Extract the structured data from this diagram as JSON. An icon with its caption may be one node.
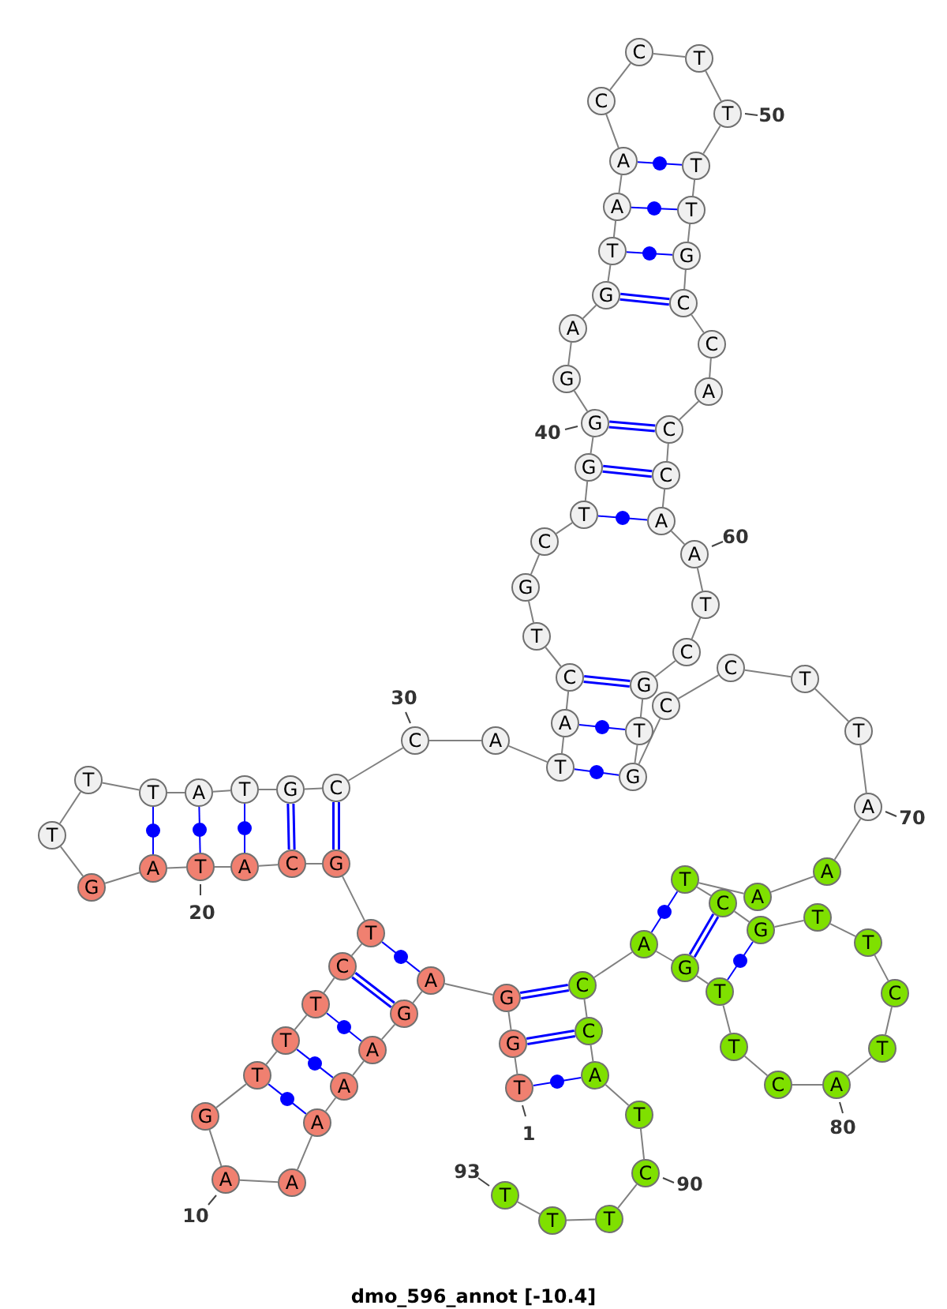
{
  "diagram": {
    "caption": "dmo_596_annot [-10.4]",
    "nodes": [
      {
        "text": [
          "T"
        ],
        "beside": [
          "1"
        ]
      },
      {
        "text": [
          "G"
        ]
      },
      {
        "text": [
          "G"
        ]
      },
      {
        "text": [
          "A"
        ]
      },
      {
        "text": [
          "G"
        ]
      },
      {
        "text": [
          "A"
        ]
      },
      {
        "text": [
          "A"
        ]
      },
      {
        "text": [
          "A"
        ]
      },
      {
        "text": [
          "A"
        ]
      },
      {
        "text": [
          "A"
        ],
        "beside": [
          "10"
        ]
      },
      {
        "text": [
          "G"
        ]
      },
      {
        "text": [
          "T"
        ]
      },
      {
        "text": [
          "T"
        ]
      },
      {
        "text": [
          "T"
        ]
      },
      {
        "text": [
          "C"
        ]
      },
      {
        "text": [
          "T"
        ]
      },
      {
        "text": [
          "G"
        ]
      },
      {
        "text": [
          "C"
        ]
      },
      {
        "text": [
          "A"
        ]
      },
      {
        "text": [
          "T"
        ],
        "beside": [
          "20"
        ]
      },
      {
        "text": [
          "A"
        ]
      },
      {
        "text": [
          "G"
        ]
      },
      {
        "text": [
          "T"
        ]
      },
      {
        "text": [
          "T"
        ]
      },
      {
        "text": [
          "T"
        ]
      },
      {
        "text": [
          "A"
        ]
      },
      {
        "text": [
          "T"
        ]
      },
      {
        "text": [
          "G"
        ]
      },
      {
        "text": [
          "C"
        ]
      },
      {
        "text": [
          "C"
        ],
        "beside": [
          "30"
        ]
      },
      {
        "text": [
          "A"
        ]
      },
      {
        "text": [
          "T"
        ]
      },
      {
        "text": [
          "A"
        ]
      },
      {
        "text": [
          "C"
        ]
      },
      {
        "text": [
          "T"
        ]
      },
      {
        "text": [
          "G"
        ]
      },
      {
        "text": [
          "C"
        ]
      },
      {
        "text": [
          "T"
        ]
      },
      {
        "text": [
          "G"
        ]
      },
      {
        "text": [
          "G"
        ],
        "beside": [
          "40"
        ]
      },
      {
        "text": [
          "G"
        ]
      },
      {
        "text": [
          "A"
        ]
      },
      {
        "text": [
          "G"
        ]
      },
      {
        "text": [
          "T"
        ]
      },
      {
        "text": [
          "A"
        ]
      },
      {
        "text": [
          "A"
        ]
      },
      {
        "text": [
          "C"
        ]
      },
      {
        "text": [
          "C"
        ]
      },
      {
        "text": [
          "T"
        ]
      },
      {
        "text": [
          "T"
        ],
        "beside": [
          "50"
        ]
      },
      {
        "text": [
          "T"
        ]
      },
      {
        "text": [
          "T"
        ]
      },
      {
        "text": [
          "G"
        ]
      },
      {
        "text": [
          "C"
        ]
      },
      {
        "text": [
          "C"
        ]
      },
      {
        "text": [
          "A"
        ]
      },
      {
        "text": [
          "C"
        ]
      },
      {
        "text": [
          "C"
        ]
      },
      {
        "text": [
          "A"
        ]
      },
      {
        "text": [
          "A"
        ],
        "beside": [
          "60"
        ]
      },
      {
        "text": [
          "T"
        ]
      },
      {
        "text": [
          "C"
        ]
      },
      {
        "text": [
          "G"
        ]
      },
      {
        "text": [
          "T"
        ]
      },
      {
        "text": [
          "G"
        ]
      },
      {
        "text": [
          "C"
        ]
      },
      {
        "text": [
          "C"
        ]
      },
      {
        "text": [
          "T"
        ]
      },
      {
        "text": [
          "T"
        ]
      },
      {
        "text": [
          "A"
        ],
        "beside": [
          "70"
        ]
      },
      {
        "text": [
          "A"
        ]
      },
      {
        "text": [
          "A"
        ]
      },
      {
        "text": [
          "T"
        ]
      },
      {
        "text": [
          "C"
        ]
      },
      {
        "text": [
          "G"
        ]
      },
      {
        "text": [
          "T"
        ]
      },
      {
        "text": [
          "T"
        ]
      },
      {
        "text": [
          "C"
        ]
      },
      {
        "text": [
          "T"
        ]
      },
      {
        "text": [
          "A"
        ],
        "beside": [
          "80"
        ]
      },
      {
        "text": [
          "C"
        ]
      },
      {
        "text": [
          "T"
        ]
      },
      {
        "text": [
          "T"
        ]
      },
      {
        "text": [
          "G"
        ]
      },
      {
        "text": [
          "A"
        ]
      },
      {
        "text": [
          "C"
        ]
      },
      {
        "text": [
          "C"
        ]
      },
      {
        "text": [
          "A"
        ]
      },
      {
        "text": [
          "T"
        ]
      },
      {
        "text": [
          "C"
        ],
        "beside": [
          "90"
        ]
      },
      {
        "text": [
          "T"
        ]
      },
      {
        "text": [
          "T"
        ]
      },
      {
        "text": [
          "T"
        ],
        "beside": [
          "93"
        ]
      }
    ],
    "edges": [
      {
        "from": 0,
        "to": 1,
        "arrow": "none"
      },
      {
        "from": 1,
        "to": 2,
        "arrow": "none"
      },
      {
        "from": 2,
        "to": 3,
        "arrow": "none"
      },
      {
        "from": 3,
        "to": 4,
        "arrow": "none"
      },
      {
        "from": 4,
        "to": 5,
        "arrow": "none"
      },
      {
        "from": 5,
        "to": 6,
        "arrow": "none"
      },
      {
        "from": 6,
        "to": 7,
        "arrow": "none"
      },
      {
        "from": 7,
        "to": 8,
        "arrow": "none"
      },
      {
        "from": 8,
        "to": 9,
        "arrow": "none"
      },
      {
        "from": 9,
        "to": 10,
        "arrow": "none"
      },
      {
        "from": 10,
        "to": 11,
        "arrow": "none"
      },
      {
        "from": 11,
        "to": 12,
        "arrow": "none"
      },
      {
        "from": 12,
        "to": 13,
        "arrow": "none"
      },
      {
        "from": 13,
        "to": 14,
        "arrow": "none"
      },
      {
        "from": 14,
        "to": 15,
        "arrow": "none"
      },
      {
        "from": 15,
        "to": 16,
        "arrow": "none"
      },
      {
        "from": 16,
        "to": 17,
        "arrow": "none"
      },
      {
        "from": 17,
        "to": 18,
        "arrow": "none"
      },
      {
        "from": 18,
        "to": 19,
        "arrow": "none"
      },
      {
        "from": 19,
        "to": 20,
        "arrow": "none"
      },
      {
        "from": 20,
        "to": 21,
        "arrow": "none"
      },
      {
        "from": 21,
        "to": 22,
        "arrow": "none"
      },
      {
        "from": 22,
        "to": 23,
        "arrow": "none"
      },
      {
        "from": 23,
        "to": 24,
        "arrow": "none"
      },
      {
        "from": 24,
        "to": 25,
        "arrow": "none"
      },
      {
        "from": 25,
        "to": 26,
        "arrow": "none"
      },
      {
        "from": 26,
        "to": 27,
        "arrow": "none"
      },
      {
        "from": 27,
        "to": 28,
        "arrow": "none"
      },
      {
        "from": 28,
        "to": 29,
        "arrow": "none"
      },
      {
        "from": 29,
        "to": 30,
        "arrow": "none"
      },
      {
        "from": 30,
        "to": 31,
        "arrow": "none"
      },
      {
        "from": 31,
        "to": 32,
        "arrow": "none"
      },
      {
        "from": 32,
        "to": 33,
        "arrow": "none"
      },
      {
        "from": 33,
        "to": 34,
        "arrow": "none"
      },
      {
        "from": 34,
        "to": 35,
        "arrow": "none"
      },
      {
        "from": 35,
        "to": 36,
        "arrow": "none"
      },
      {
        "from": 36,
        "to": 37,
        "arrow": "none"
      },
      {
        "from": 37,
        "to": 38,
        "arrow": "none"
      },
      {
        "from": 38,
        "to": 39,
        "arrow": "none"
      },
      {
        "from": 39,
        "to": 40,
        "arrow": "none"
      },
      {
        "from": 40,
        "to": 41,
        "arrow": "none"
      },
      {
        "from": 41,
        "to": 42,
        "arrow": "none"
      },
      {
        "from": 42,
        "to": 43,
        "arrow": "none"
      },
      {
        "from": 43,
        "to": 44,
        "arrow": "none"
      },
      {
        "from": 44,
        "to": 45,
        "arrow": "none"
      },
      {
        "from": 45,
        "to": 46,
        "arrow": "none"
      },
      {
        "from": 46,
        "to": 47,
        "arrow": "none"
      },
      {
        "from": 47,
        "to": 48,
        "arrow": "none"
      },
      {
        "from": 48,
        "to": 49,
        "arrow": "none"
      },
      {
        "from": 49,
        "to": 50,
        "arrow": "none"
      },
      {
        "from": 50,
        "to": 51,
        "arrow": "none"
      },
      {
        "from": 51,
        "to": 52,
        "arrow": "none"
      },
      {
        "from": 52,
        "to": 53,
        "arrow": "none"
      },
      {
        "from": 53,
        "to": 54,
        "arrow": "none"
      },
      {
        "from": 54,
        "to": 55,
        "arrow": "none"
      },
      {
        "from": 55,
        "to": 56,
        "arrow": "none"
      },
      {
        "from": 56,
        "to": 57,
        "arrow": "none"
      },
      {
        "from": 57,
        "to": 58,
        "arrow": "none"
      },
      {
        "from": 58,
        "to": 59,
        "arrow": "none"
      },
      {
        "from": 59,
        "to": 60,
        "arrow": "none"
      },
      {
        "from": 60,
        "to": 61,
        "arrow": "none"
      },
      {
        "from": 61,
        "to": 62,
        "arrow": "none"
      },
      {
        "from": 62,
        "to": 63,
        "arrow": "none"
      },
      {
        "from": 63,
        "to": 64,
        "arrow": "none"
      },
      {
        "from": 64,
        "to": 65,
        "arrow": "none"
      },
      {
        "from": 65,
        "to": 66,
        "arrow": "none"
      },
      {
        "from": 66,
        "to": 67,
        "arrow": "none"
      },
      {
        "from": 67,
        "to": 68,
        "arrow": "none"
      },
      {
        "from": 68,
        "to": 69,
        "arrow": "none"
      },
      {
        "from": 69,
        "to": 70,
        "arrow": "none"
      },
      {
        "from": 70,
        "to": 71,
        "arrow": "none"
      },
      {
        "from": 71,
        "to": 72,
        "arrow": "none"
      },
      {
        "from": 72,
        "to": 73,
        "arrow": "none"
      },
      {
        "from": 73,
        "to": 74,
        "arrow": "none"
      },
      {
        "from": 74,
        "to": 75,
        "arrow": "none"
      },
      {
        "from": 75,
        "to": 76,
        "arrow": "none"
      },
      {
        "from": 76,
        "to": 77,
        "arrow": "none"
      },
      {
        "from": 77,
        "to": 78,
        "arrow": "none"
      },
      {
        "from": 78,
        "to": 79,
        "arrow": "none"
      },
      {
        "from": 79,
        "to": 80,
        "arrow": "none"
      },
      {
        "from": 80,
        "to": 81,
        "arrow": "none"
      },
      {
        "from": 81,
        "to": 82,
        "arrow": "none"
      },
      {
        "from": 82,
        "to": 83,
        "arrow": "none"
      },
      {
        "from": 83,
        "to": 84,
        "arrow": "none"
      },
      {
        "from": 84,
        "to": 85,
        "arrow": "none"
      },
      {
        "from": 85,
        "to": 86,
        "arrow": "none"
      },
      {
        "from": 86,
        "to": 87,
        "arrow": "none"
      },
      {
        "from": 87,
        "to": 88,
        "arrow": "none"
      },
      {
        "from": 88,
        "to": 89,
        "arrow": "none"
      },
      {
        "from": 89,
        "to": 90,
        "arrow": "none"
      },
      {
        "from": 90,
        "to": 91,
        "arrow": "none"
      },
      {
        "from": 91,
        "to": 92,
        "arrow": "none"
      },
      {
        "from": 15,
        "to": 3,
        "arrow": "none",
        "color": "#0000ff"
      },
      {
        "from": 14,
        "to": 4,
        "arrow": "none",
        "style": "thick",
        "color": "#0000ff"
      },
      {
        "from": 13,
        "to": 5,
        "arrow": "none",
        "color": "#0000ff"
      },
      {
        "from": 12,
        "to": 6,
        "arrow": "none",
        "color": "#0000ff"
      },
      {
        "from": 11,
        "to": 7,
        "arrow": "none",
        "color": "#0000ff"
      },
      {
        "from": 16,
        "to": 28,
        "arrow": "none",
        "style": "thick",
        "color": "#0000ff"
      },
      {
        "from": 17,
        "to": 27,
        "arrow": "none",
        "style": "thick",
        "color": "#0000ff"
      },
      {
        "from": 18,
        "to": 26,
        "arrow": "none",
        "color": "#0000ff"
      },
      {
        "from": 19,
        "to": 25,
        "arrow": "none",
        "color": "#0000ff"
      },
      {
        "from": 20,
        "to": 24,
        "arrow": "none",
        "color": "#0000ff"
      },
      {
        "from": 31,
        "to": 64,
        "arrow": "none",
        "color": "#0000ff"
      },
      {
        "from": 32,
        "to": 63,
        "arrow": "none",
        "color": "#0000ff"
      },
      {
        "from": 33,
        "to": 62,
        "arrow": "none",
        "style": "thick",
        "color": "#0000ff"
      },
      {
        "from": 37,
        "to": 58,
        "arrow": "none",
        "color": "#0000ff"
      },
      {
        "from": 38,
        "to": 57,
        "arrow": "none",
        "style": "thick",
        "color": "#0000ff"
      },
      {
        "from": 39,
        "to": 56,
        "arrow": "none",
        "style": "thick",
        "color": "#0000ff"
      },
      {
        "from": 42,
        "to": 53,
        "arrow": "none",
        "style": "thick",
        "color": "#0000ff"
      },
      {
        "from": 43,
        "to": 52,
        "arrow": "none",
        "color": "#0000ff"
      },
      {
        "from": 44,
        "to": 51,
        "arrow": "none",
        "color": "#0000ff"
      },
      {
        "from": 45,
        "to": 50,
        "arrow": "none",
        "color": "#0000ff"
      },
      {
        "from": 72,
        "to": 84,
        "arrow": "none",
        "color": "#0000ff"
      },
      {
        "from": 73,
        "to": 83,
        "arrow": "none",
        "style": "thick",
        "color": "#0000ff"
      },
      {
        "from": 74,
        "to": 82,
        "arrow": "none",
        "color": "#0000ff"
      },
      {
        "from": 2,
        "to": 85,
        "arrow": "none",
        "style": "thick",
        "color": "#0000ff"
      },
      {
        "from": 1,
        "to": 86,
        "arrow": "none",
        "style": "thick",
        "color": "#0000ff"
      },
      {
        "from": 0,
        "to": 87,
        "arrow": "none",
        "color": "#0000ff"
      }
    ]
  }
}
